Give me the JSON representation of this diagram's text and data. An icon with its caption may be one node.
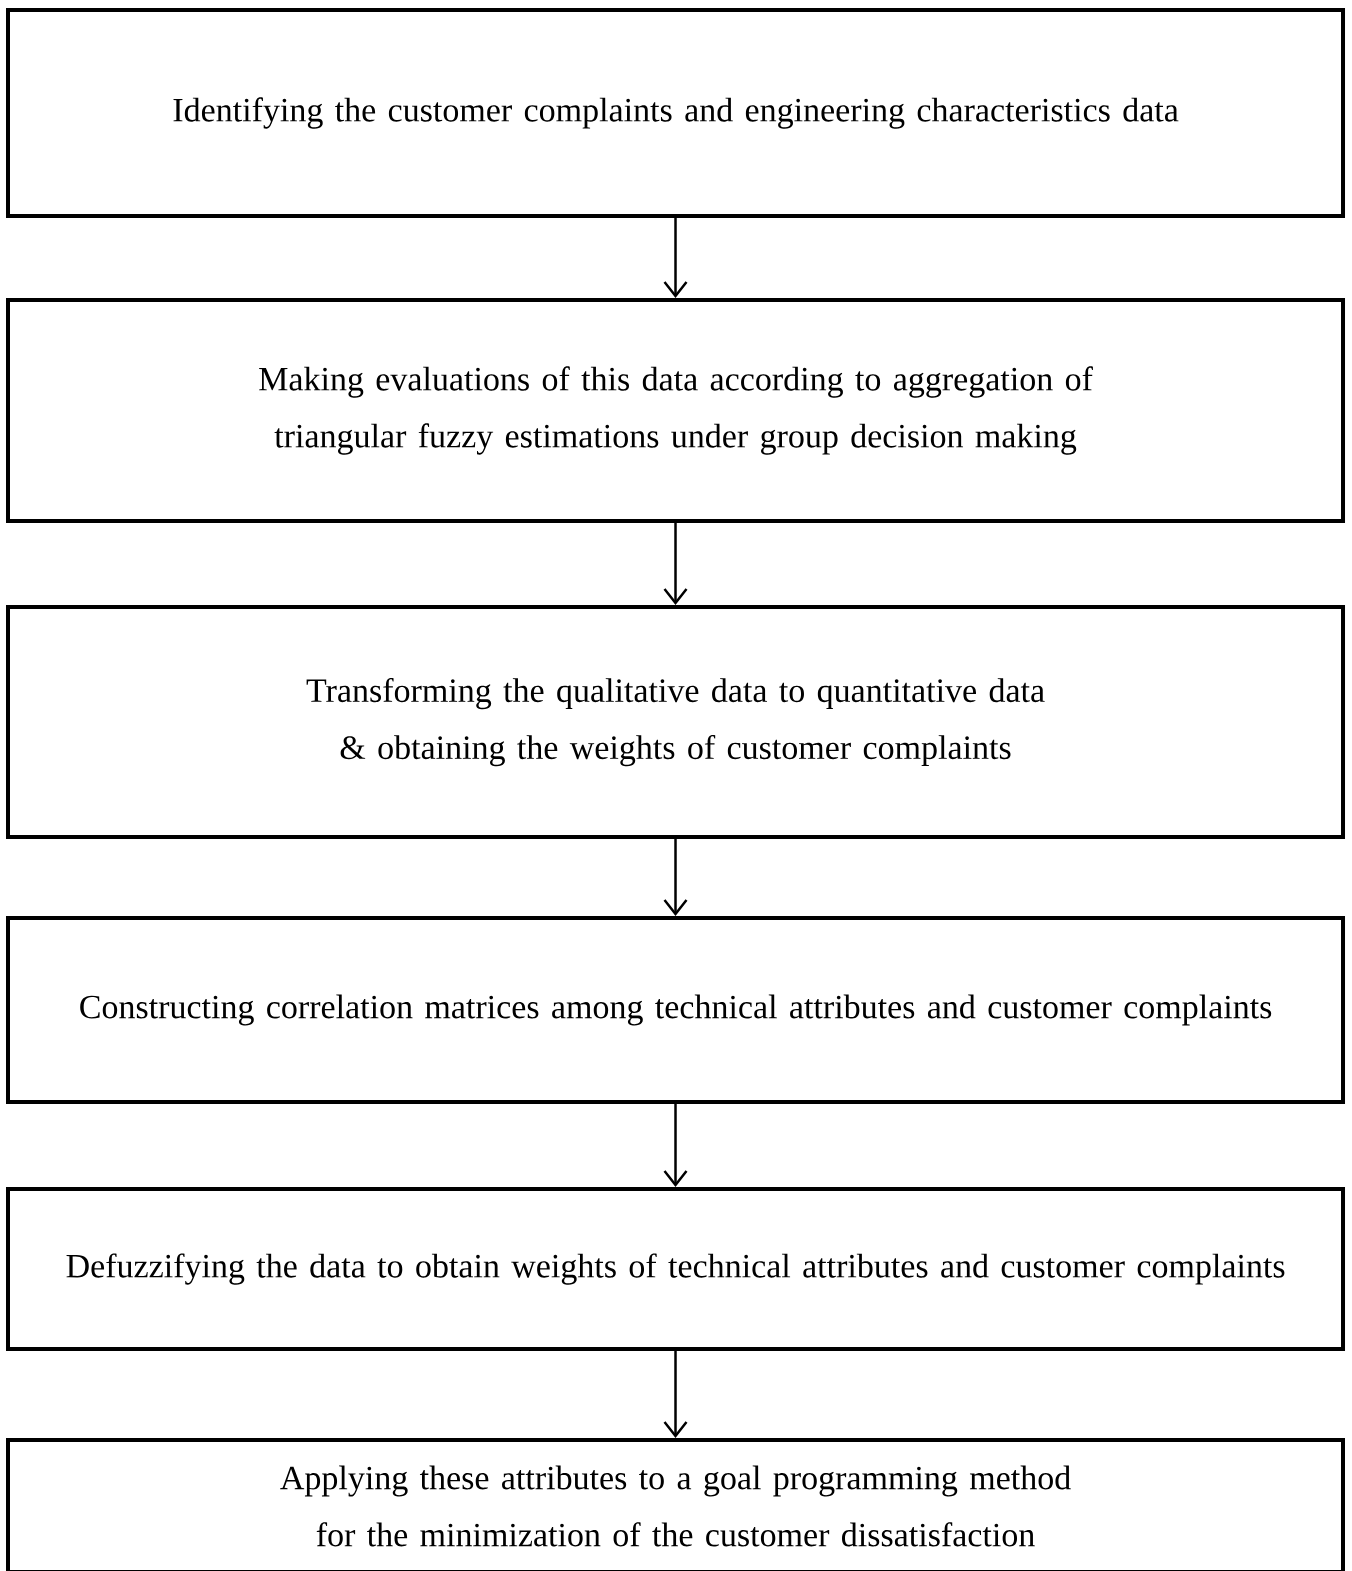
{
  "diagram": {
    "nodes": [
      {
        "text": [
          "Identifying the customer complaints and engineering characteristics data"
        ]
      },
      {
        "text": [
          "Making evaluations of this data according to aggregation of triangular fuzzy estimations under group decision making"
        ]
      },
      {
        "text": [
          "Transforming the qualitative data to quantitative data & obtaining the weights of customer complaints"
        ]
      },
      {
        "text": [
          "Constructing correlation matrices among technical attributes and customer complaints"
        ]
      },
      {
        "text": [
          "Defuzzifying the data to obtain weights of technical attributes and customer complaints"
        ]
      },
      {
        "text": [
          "Applying these attributes to a goal programming method for the minimization of the customer dissatisfaction"
        ]
      }
    ],
    "edges": [
      {
        "from": 0,
        "to": 1,
        "arrow": "to"
      },
      {
        "from": 1,
        "to": 2,
        "arrow": "to"
      },
      {
        "from": 2,
        "to": 3,
        "arrow": "to"
      },
      {
        "from": 3,
        "to": 4,
        "arrow": "to"
      },
      {
        "from": 4,
        "to": 5,
        "arrow": "to"
      }
    ]
  }
}
